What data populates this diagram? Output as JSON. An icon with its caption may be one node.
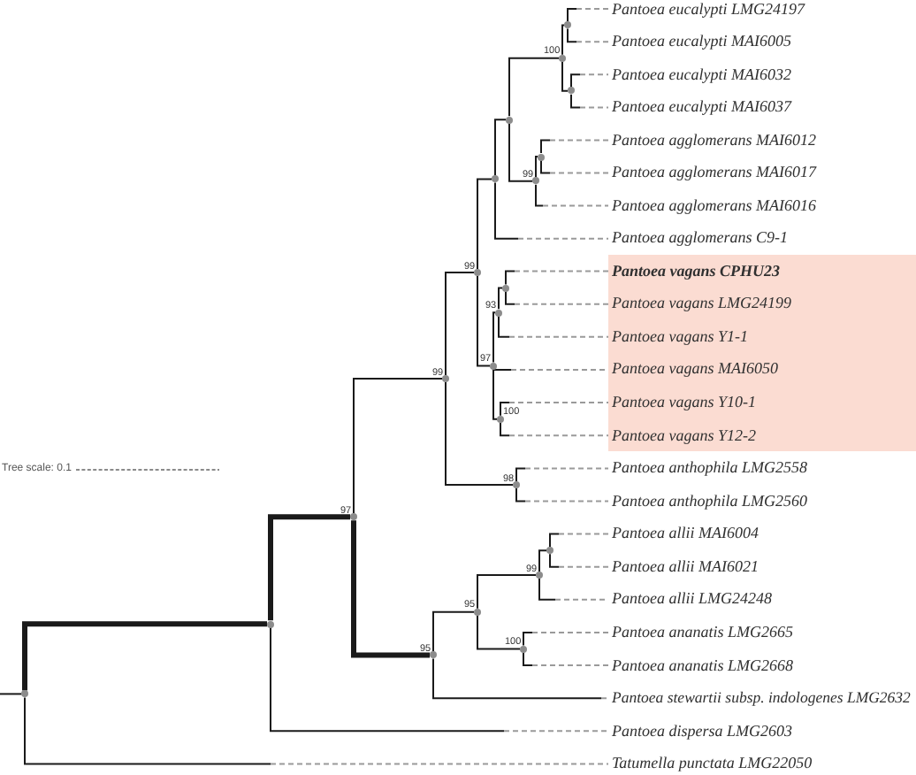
{
  "diagram": {
    "nodes": [
      {
        "text": [
          "Pantoea eucalypti LMG24197"
        ]
      },
      {
        "text": [
          "Pantoea eucalypti MAI6005"
        ]
      },
      {
        "text": [
          "Pantoea eucalypti MAI6032"
        ]
      },
      {
        "text": [
          "Pantoea eucalypti MAI6037"
        ]
      },
      {
        "text": [
          "Pantoea agglomerans MAI6012"
        ]
      },
      {
        "text": [
          "Pantoea agglomerans MAI6017"
        ]
      },
      {
        "text": [
          "Pantoea agglomerans MAI6016"
        ]
      },
      {
        "text": [
          "Pantoea agglomerans C9-1"
        ]
      },
      {
        "text": [],
        "shape": "band"
      },
      {
        "text": [
          "Pantoea vagans CPHU23"
        ],
        "in": 8
      },
      {
        "text": [
          "Pantoea vagans LMG24199"
        ],
        "in": 8
      },
      {
        "text": [
          "Pantoea vagans Y1-1"
        ],
        "in": 8
      },
      {
        "text": [
          "Pantoea vagans MAI6050"
        ],
        "in": 8
      },
      {
        "text": [
          "Pantoea vagans Y10-1"
        ],
        "in": 8
      },
      {
        "text": [
          "Pantoea vagans Y12-2"
        ],
        "in": 8
      },
      {
        "text": [
          "Pantoea anthophila LMG2558"
        ]
      },
      {
        "text": [
          "Pantoea anthophila LMG2560"
        ]
      },
      {
        "text": [
          "Pantoea allii MAI6004"
        ]
      },
      {
        "text": [
          "Pantoea allii MAI6021"
        ]
      },
      {
        "text": [
          "Pantoea allii LMG24248"
        ]
      },
      {
        "text": [
          "Pantoea ananatis LMG2665"
        ]
      },
      {
        "text": [
          "Pantoea ananatis LMG2668"
        ]
      },
      {
        "text": [
          "Pantoea stewartii subsp. indologenes LMG2632"
        ]
      },
      {
        "text": [
          "Pantoea dispersa LMG2603"
        ]
      },
      {
        "text": [
          "Tatumella punctata LMG22050"
        ]
      },
      {
        "text": [],
        "shape": "circle"
      },
      {
        "text": [],
        "shape": "circle"
      },
      {
        "text": [],
        "shape": "circle",
        "beside": [
          "97"
        ]
      },
      {
        "text": [],
        "shape": "circle",
        "beside": [
          "95"
        ]
      },
      {
        "text": [],
        "shape": "circle",
        "beside": [
          "99"
        ]
      },
      {
        "text": [],
        "shape": "circle",
        "beside": [
          "99"
        ]
      },
      {
        "text": [],
        "shape": "circle",
        "beside": [
          "95"
        ]
      },
      {
        "text": [],
        "shape": "circle",
        "beside": [
          "97"
        ]
      },
      {
        "text": [],
        "shape": "circle"
      },
      {
        "text": [],
        "shape": "circle",
        "beside": [
          "100"
        ]
      },
      {
        "text": [],
        "shape": "circle",
        "beside": [
          "93"
        ]
      },
      {
        "text": [],
        "shape": "circle"
      },
      {
        "text": [],
        "shape": "circle"
      },
      {
        "text": [],
        "shape": "circle",
        "beside": [
          "98"
        ]
      },
      {
        "text": [],
        "shape": "circle",
        "beside": [
          "99"
        ]
      },
      {
        "text": [],
        "shape": "circle",
        "beside": [
          "100"
        ]
      },
      {
        "text": [],
        "shape": "circle",
        "beside": [
          "99"
        ]
      },
      {
        "text": [],
        "shape": "circle"
      },
      {
        "text": [],
        "shape": "circle"
      },
      {
        "text": [],
        "shape": "circle",
        "beside": [
          "100"
        ]
      },
      {
        "text": [],
        "shape": "circle"
      },
      {
        "text": [],
        "shape": "circle"
      }
    ],
    "edges": [
      {
        "from": 25,
        "to": 26,
        "arrow": "none",
        "style": "thick",
        "color": "#1a1a1a"
      },
      {
        "from": 26,
        "to": 27,
        "arrow": "none",
        "style": "thick",
        "color": "#1a1a1a"
      },
      {
        "from": 27,
        "to": 29,
        "arrow": "none",
        "color": "#1a1a1a"
      },
      {
        "from": 29,
        "to": 30,
        "arrow": "none",
        "color": "#1a1a1a"
      },
      {
        "from": 30,
        "to": 33,
        "arrow": "none",
        "color": "#1a1a1a"
      },
      {
        "from": 33,
        "to": 37,
        "arrow": "none",
        "color": "#1a1a1a"
      },
      {
        "from": 37,
        "to": 44,
        "arrow": "none",
        "color": "#1a1a1a"
      },
      {
        "from": 44,
        "to": 45,
        "arrow": "none",
        "color": "#1a1a1a"
      },
      {
        "from": 45,
        "to": 0,
        "arrow": "none",
        "style": "dashed"
      },
      {
        "from": 45,
        "to": 1,
        "arrow": "none",
        "style": "dashed"
      },
      {
        "from": 44,
        "to": 46,
        "arrow": "none",
        "color": "#1a1a1a"
      },
      {
        "from": 46,
        "to": 2,
        "arrow": "none",
        "style": "dashed"
      },
      {
        "from": 46,
        "to": 3,
        "arrow": "none",
        "style": "dashed"
      },
      {
        "from": 37,
        "to": 41,
        "arrow": "none",
        "color": "#1a1a1a"
      },
      {
        "from": 41,
        "to": 43,
        "arrow": "none",
        "color": "#1a1a1a"
      },
      {
        "from": 43,
        "to": 4,
        "arrow": "none",
        "style": "dashed"
      },
      {
        "from": 43,
        "to": 5,
        "arrow": "none",
        "style": "dashed"
      },
      {
        "from": 41,
        "to": 6,
        "arrow": "none",
        "style": "dashed"
      },
      {
        "from": 33,
        "to": 7,
        "arrow": "none",
        "style": "dashed"
      },
      {
        "from": 30,
        "to": 32,
        "arrow": "none",
        "color": "#1a1a1a"
      },
      {
        "from": 32,
        "to": 35,
        "arrow": "none",
        "color": "#1a1a1a"
      },
      {
        "from": 35,
        "to": 36,
        "arrow": "none",
        "color": "#1a1a1a"
      },
      {
        "from": 36,
        "to": 9,
        "arrow": "none",
        "style": "dashed"
      },
      {
        "from": 36,
        "to": 10,
        "arrow": "none",
        "style": "dashed"
      },
      {
        "from": 35,
        "to": 11,
        "arrow": "none",
        "style": "dashed"
      },
      {
        "from": 32,
        "to": 12,
        "arrow": "none",
        "style": "dashed"
      },
      {
        "from": 32,
        "to": 34,
        "arrow": "none",
        "color": "#1a1a1a"
      },
      {
        "from": 34,
        "to": 13,
        "arrow": "none",
        "style": "dashed"
      },
      {
        "from": 34,
        "to": 14,
        "arrow": "none",
        "style": "dashed"
      },
      {
        "from": 29,
        "to": 38,
        "arrow": "none",
        "color": "#1a1a1a"
      },
      {
        "from": 38,
        "to": 15,
        "arrow": "none",
        "style": "dashed"
      },
      {
        "from": 38,
        "to": 16,
        "arrow": "none",
        "style": "dashed"
      },
      {
        "from": 27,
        "to": 28,
        "arrow": "none",
        "style": "thick",
        "color": "#1a1a1a"
      },
      {
        "from": 28,
        "to": 31,
        "arrow": "none",
        "color": "#1a1a1a"
      },
      {
        "from": 31,
        "to": 39,
        "arrow": "none",
        "color": "#1a1a1a"
      },
      {
        "from": 39,
        "to": 42,
        "arrow": "none",
        "color": "#1a1a1a"
      },
      {
        "from": 42,
        "to": 17,
        "arrow": "none",
        "style": "dashed"
      },
      {
        "from": 42,
        "to": 18,
        "arrow": "none",
        "style": "dashed"
      },
      {
        "from": 39,
        "to": 19,
        "arrow": "none",
        "style": "dashed"
      },
      {
        "from": 31,
        "to": 40,
        "arrow": "none",
        "color": "#1a1a1a"
      },
      {
        "from": 40,
        "to": 20,
        "arrow": "none",
        "style": "dashed"
      },
      {
        "from": 40,
        "to": 21,
        "arrow": "none",
        "style": "dashed"
      },
      {
        "from": 28,
        "to": 22,
        "arrow": "none",
        "style": "dashed"
      },
      {
        "from": 26,
        "to": 23,
        "arrow": "none",
        "style": "dashed"
      },
      {
        "from": 25,
        "to": 24,
        "arrow": "none",
        "style": "dashed"
      },
      {
        "from": null,
        "to": 25,
        "arrow": "none",
        "color": "#1a1a1a"
      }
    ],
    "labels": [
      "Tree scale: 0.1"
    ]
  }
}
